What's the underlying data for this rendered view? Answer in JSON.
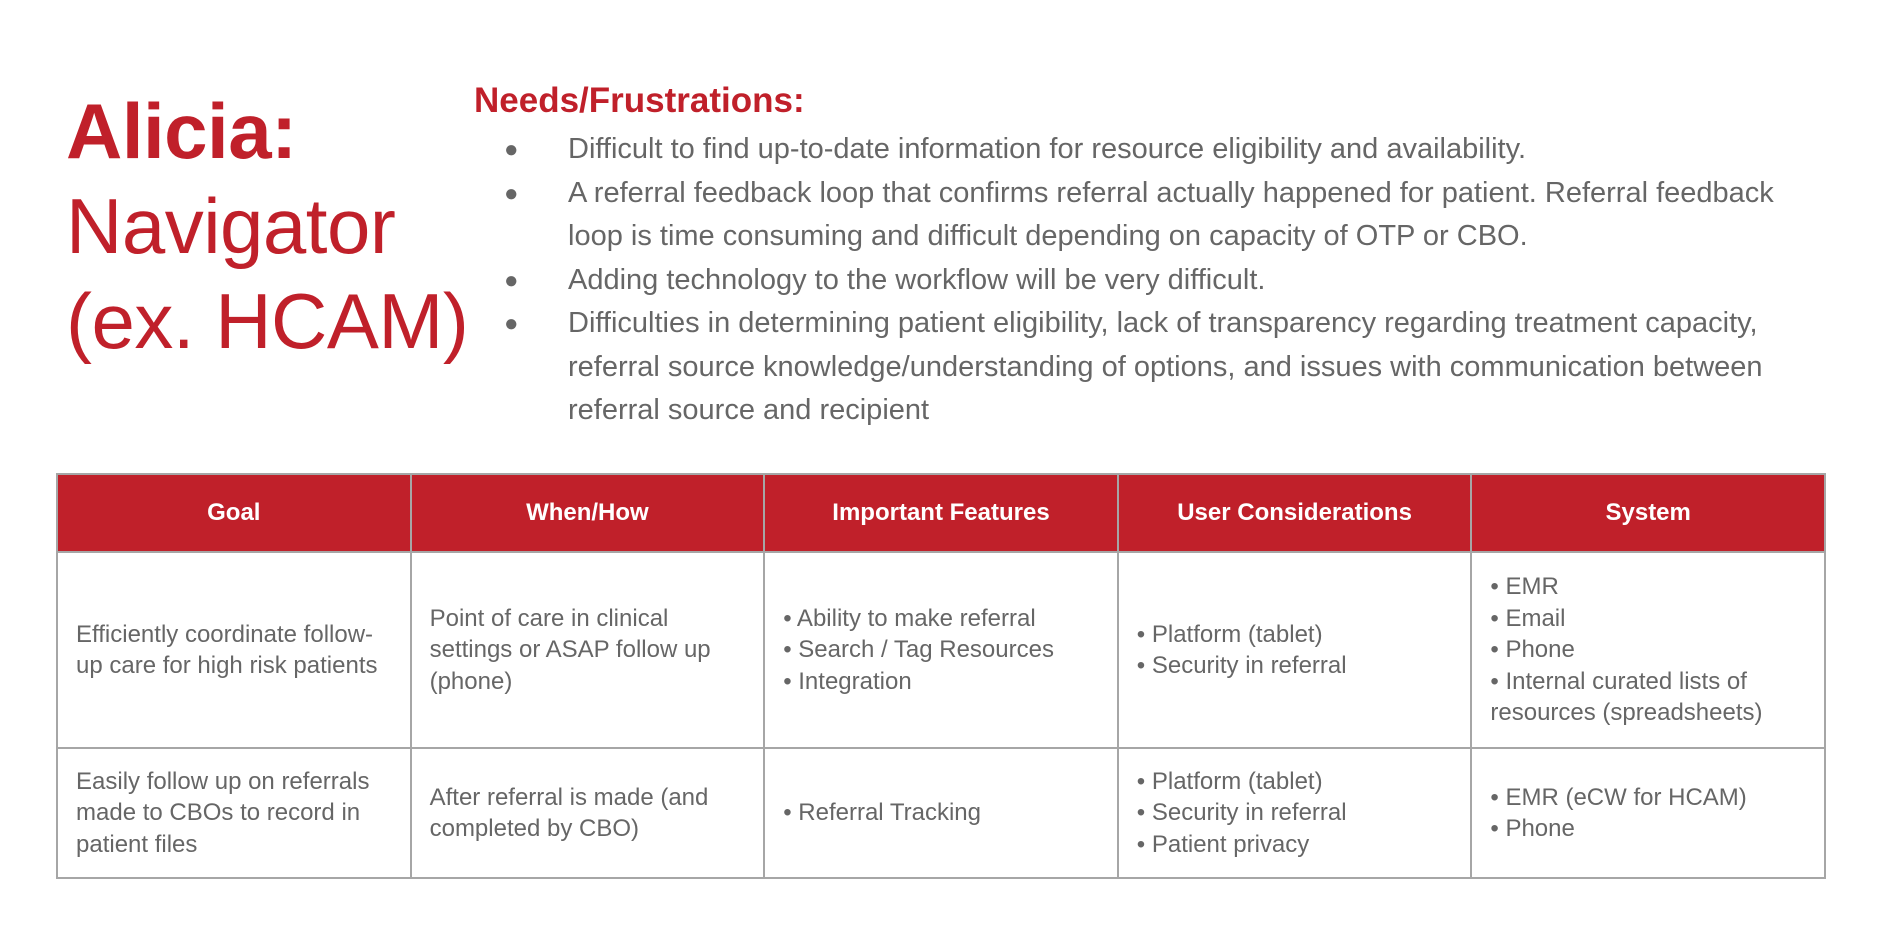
{
  "title": {
    "name": "Alicia:",
    "role": "Navigator",
    "org": "(ex. HCAM)"
  },
  "needs": {
    "heading": "Needs/Frustrations:",
    "bullet_glyph": "●",
    "items": [
      "Difficult to find up-to-date information for resource eligibility and availability.",
      "A referral feedback loop that confirms referral actually happened for patient. Referral feedback loop is time consuming and difficult depending on capacity of OTP or CBO.",
      "Adding technology to the workflow will be very difficult.",
      "Difficulties in determining patient eligibility, lack of transparency regarding treatment capacity, referral source knowledge/understanding of options, and issues with communication between referral source and recipient"
    ]
  },
  "table": {
    "headers": [
      "Goal",
      "When/How",
      "Important Features",
      "User Considerations",
      "System"
    ],
    "rows": [
      {
        "goal": "Efficiently coordinate follow-up care for high risk patients",
        "when_how": "Point of care in clinical settings or ASAP follow up (phone)",
        "features": [
          "• Ability to make referral",
          "• Search / Tag Resources",
          "• Integration"
        ],
        "considerations": [
          "• Platform (tablet)",
          "• Security in referral"
        ],
        "system": [
          "• EMR",
          "• Email",
          "• Phone",
          "• Internal curated lists of resources (spreadsheets)"
        ]
      },
      {
        "goal": "Easily follow up on referrals made to CBOs to record in patient files",
        "when_how": "After referral is made (and completed by CBO)",
        "features": [
          "• Referral Tracking"
        ],
        "considerations": [
          "• Platform (tablet)",
          "• Security in referral",
          "• Patient privacy"
        ],
        "system": [
          "• EMR (eCW for HCAM)",
          "• Phone"
        ]
      }
    ]
  },
  "colors": {
    "accent": "#c0202a",
    "text": "#666666",
    "border": "#a6a6a6"
  }
}
